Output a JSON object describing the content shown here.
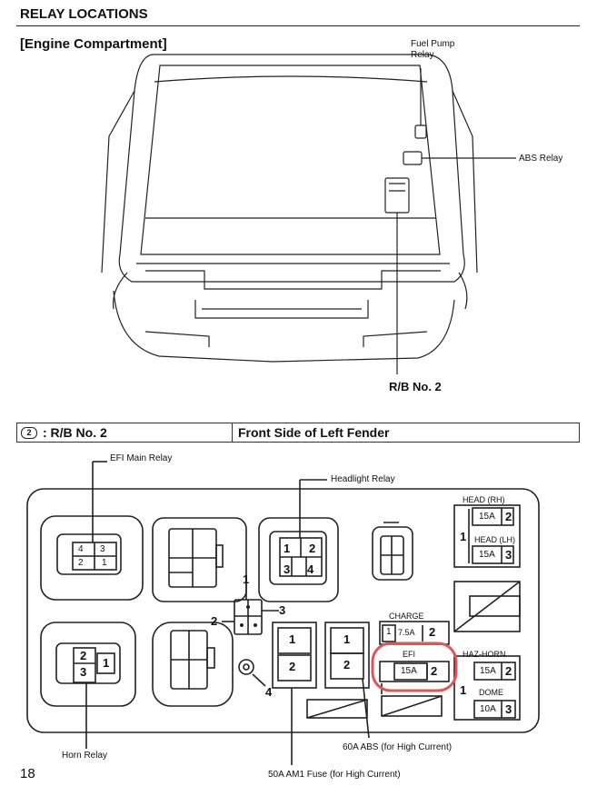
{
  "header": {
    "title": "RELAY LOCATIONS",
    "section": "[Engine Compartment]"
  },
  "engine_labels": {
    "fuel_pump_relay_1": "Fuel Pump",
    "fuel_pump_relay_2": "Relay",
    "abs_relay": "ABS Relay",
    "rb_no2": "R/B No. 2"
  },
  "table_bar": {
    "circle": "2",
    "left": ": R/B No. 2",
    "right": "Front Side of Left Fender"
  },
  "relay_box": {
    "efi_main_relay": "EFI Main Relay",
    "headlight_relay": "Headlight Relay",
    "horn_relay": "Horn Relay",
    "efi_pins": [
      "4",
      "3",
      "2",
      "1"
    ],
    "headlight_pins": [
      "1",
      "2",
      "3",
      "4"
    ],
    "horn_pins": [
      "2",
      "3",
      "1"
    ],
    "connector_pins": [
      "1",
      "2",
      "3",
      "4"
    ],
    "big_fuse_left": [
      "1",
      "2"
    ],
    "big_fuse_right": [
      "1",
      "2"
    ],
    "head_rh": "HEAD (RH)",
    "head_lh": "HEAD (LH)",
    "head_rh_amp": "15A",
    "head_rh_pin": "2",
    "head_lh_amp": "15A",
    "head_lh_pin": "3",
    "head_common_pin": "1",
    "charge": "CHARGE",
    "charge_amp": "7.5A",
    "charge_pin_left": "1",
    "charge_pin_right": "2",
    "efi": "EFI",
    "efi_amp": "15A",
    "efi_pin": "2",
    "haz_horn": "HAZ-HORN",
    "haz_amp": "15A",
    "haz_pin": "2",
    "dome": "DOME",
    "dome_amp": "10A",
    "dome_pin": "3",
    "haz_common_pin": "1",
    "abs_fuse": "60A ABS (for High Current)",
    "am1_fuse": "50A AM1 Fuse (for High Current)",
    "highlight_color": "#e05555"
  },
  "footer": {
    "page": "18"
  }
}
